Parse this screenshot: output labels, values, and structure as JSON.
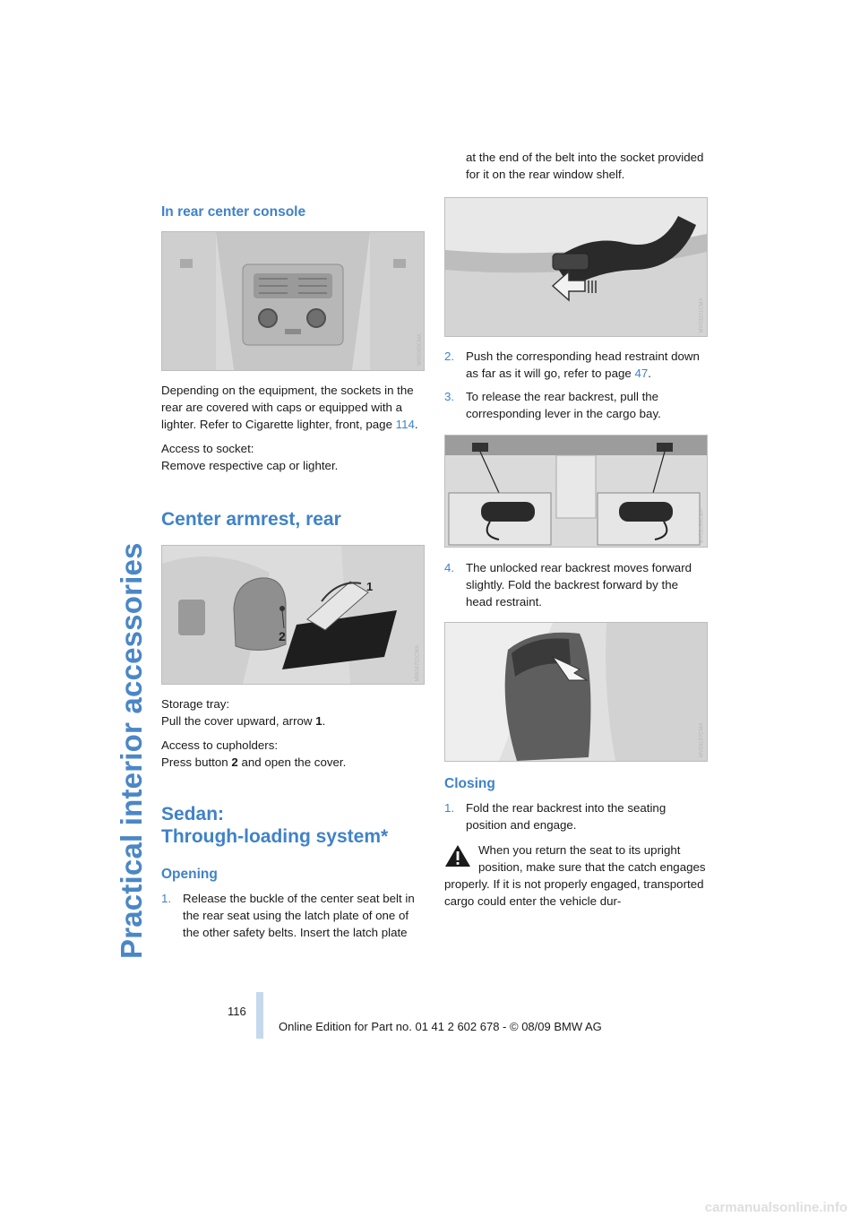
{
  "side_title": "Practical interior accessories",
  "left": {
    "rear_console_heading": "In rear center console",
    "fig1_code": "W00000CMA",
    "rear_console_p1_a": "Depending on the equipment, the sockets in the rear are covered with caps or equipped with a lighter. Refer to Cigarette lighter, front, page ",
    "rear_console_p1_link": "114",
    "rear_console_p1_b": ".",
    "access_socket_l1": "Access to socket:",
    "access_socket_l2": "Remove respective cap or lighter.",
    "armrest_heading": "Center armrest, rear",
    "fig2_code": "MW04701CMA",
    "fig2_label_1": "1",
    "fig2_label_2": "2",
    "storage_l1": "Storage tray:",
    "storage_l2_a": "Pull the cover upward, arrow ",
    "storage_l2_b": "1",
    "storage_l2_c": ".",
    "cup_l1": "Access to cupholders:",
    "cup_l2_a": "Press button ",
    "cup_l2_b": "2",
    "cup_l2_c": " and open the cover.",
    "sedan_heading_l1": "Sedan:",
    "sedan_heading_l2": "Through-loading system*",
    "opening_heading": "Opening",
    "step1_num": "1.",
    "step1_text": "Release the buckle of the center seat belt in the rear seat using the latch plate of one of the other safety belts. Insert the latch plate"
  },
  "right": {
    "step1_cont": "at the end of the belt into the socket provided for it on the rear window shelf.",
    "fig3_code": "MV03201CMA",
    "step2_num": "2.",
    "step2_text": "Push the corresponding head restraint down as far as it will go, refer to page ",
    "step2_link": "47",
    "step2_end": ".",
    "step3_num": "3.",
    "step3_text": "To release the rear backrest, pull the corresponding lever in the cargo bay.",
    "fig4_code": "MV03190CMA",
    "step4_num": "4.",
    "step4_text": "The unlocked rear backrest moves forward slightly. Fold the backrest forward by the head restraint.",
    "fig5_code": "MV03157CMA",
    "closing_heading": "Closing",
    "close1_num": "1.",
    "close1_text": "Fold the rear backrest into the seating position and engage.",
    "warn_first": "When you return the seat to its upright position, make sure that the catch engages properly. If it is not properly engaged, transported cargo could enter the vehicle dur-"
  },
  "footer": {
    "page_number": "116",
    "edition": "Online Edition for Part no. 01 41 2 602 678 - © 08/09 BMW AG",
    "watermark": "carmanualsonline.info"
  },
  "colors": {
    "accent": "#3f82c8",
    "side_title": "#4a87c6",
    "footer_bar": "#c5d9ee"
  }
}
